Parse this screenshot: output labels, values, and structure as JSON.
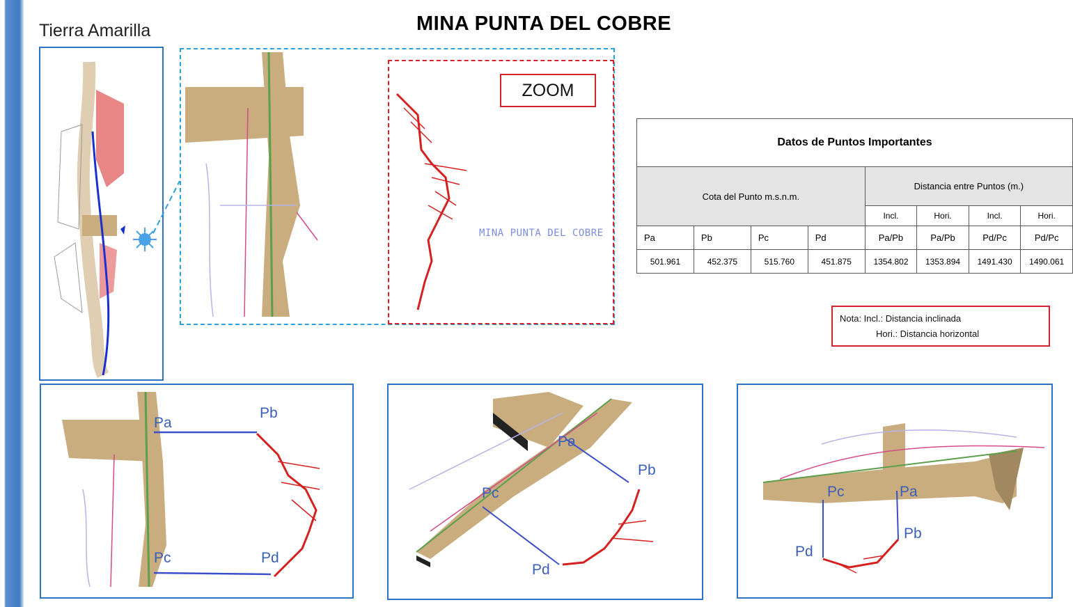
{
  "title": "MINA PUNTA DEL COBRE",
  "location": "Tierra Amarilla",
  "zoom_label": "ZOOM",
  "map_label": "MINA PUNTA DEL COBRE",
  "table": {
    "title": "Datos de Puntos Importantes",
    "group_cota": "Cota del Punto m.s.n.m.",
    "group_distancia": "Distancia entre Puntos (m.)",
    "sub_headers": [
      "Incl.",
      "Hori.",
      "Incl.",
      "Hori."
    ],
    "col_headers": [
      "Pa",
      "Pb",
      "Pc",
      "Pd",
      "Pa/Pb",
      "Pa/Pb",
      "Pd/Pc",
      "Pd/Pc"
    ],
    "values": [
      "501.961",
      "452.375",
      "515.760",
      "451.875",
      "1354.802",
      "1353.894",
      "1491.430",
      "1490.061"
    ]
  },
  "note": {
    "line1": "Nota:  Incl.: Distancia inclinada",
    "line2": "Hori.: Distancia horizontal"
  },
  "points": {
    "pa": "Pa",
    "pb": "Pb",
    "pc": "Pc",
    "pd": "Pd"
  },
  "colors": {
    "panel_border": "#2a73c6",
    "terrain": "#c9ad7f",
    "mine": "#d62020",
    "link_line": "#3a4fc8"
  }
}
